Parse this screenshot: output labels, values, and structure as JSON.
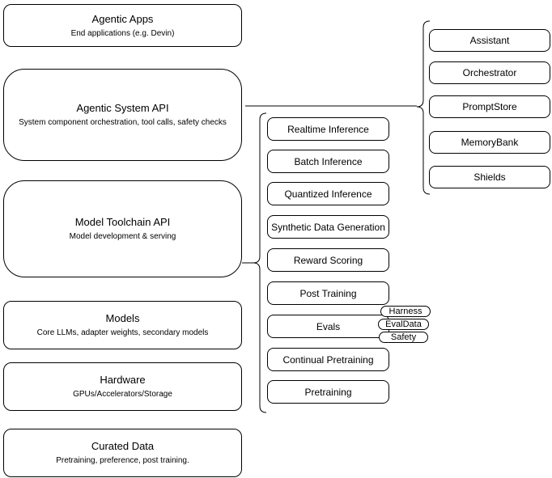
{
  "left_stack": [
    {
      "title": "Agentic Apps",
      "subtitle": "End applications (e.g. Devin)"
    },
    {
      "title": "Agentic System API",
      "subtitle": "System component orchestration, tool calls, safety checks"
    },
    {
      "title": "Model Toolchain API",
      "subtitle": "Model development & serving"
    },
    {
      "title": "Models",
      "subtitle": "Core LLMs, adapter weights, secondary models"
    },
    {
      "title": "Hardware",
      "subtitle": "GPUs/Accelerators/Storage"
    },
    {
      "title": "Curated Data",
      "subtitle": "Pretraining, preference, post training."
    }
  ],
  "toolchain_services": [
    "Realtime Inference",
    "Batch Inference",
    "Quantized Inference",
    "Synthetic Data Generation",
    "Reward Scoring",
    "Post Training",
    "Evals",
    "Continual Pretraining",
    "Pretraining"
  ],
  "eval_tags": [
    "Harness",
    "EvalData",
    "Safety"
  ],
  "system_components": [
    "Assistant",
    "Orchestrator",
    "PromptStore",
    "MemoryBank",
    "Shields"
  ],
  "colors": {
    "stroke": "#000000",
    "fill": "#ffffff",
    "background": "#ffffff"
  }
}
